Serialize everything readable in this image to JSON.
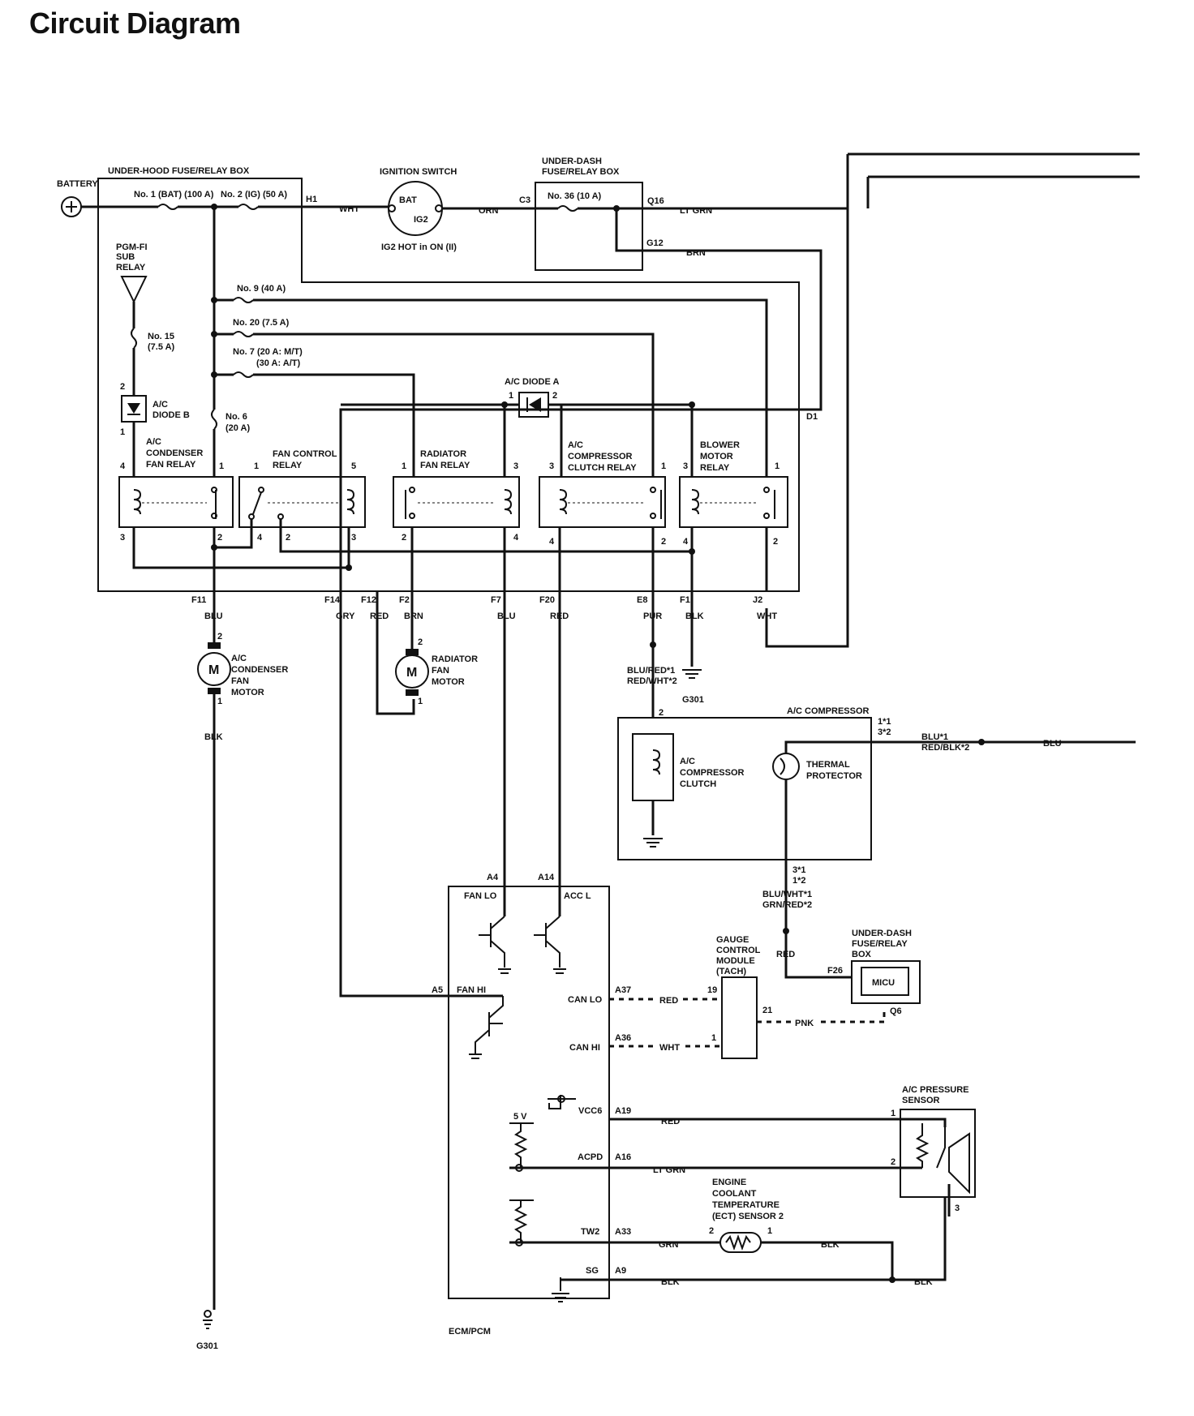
{
  "title": "Circuit Diagram",
  "battery": "BATTERY",
  "underhood_box": "UNDER-HOOD FUSE/RELAY BOX",
  "ignition_switch": "IGNITION SWITCH",
  "ig_bat": "BAT",
  "ig_ig2": "IG2",
  "ig_note": "IG2 HOT in ON (II)",
  "underdash_box_1": "UNDER-DASH",
  "underdash_box_2": "FUSE/RELAY BOX",
  "fuses": {
    "f1": "No. 1 (BAT) (100 A)",
    "f2": "No. 2 (IG) (50 A)",
    "f36": "No. 36 (10 A)",
    "f9": "No. 9 (40 A)",
    "f20": "No. 20 (7.5 A)",
    "f7a": "No. 7 (20 A: M/T)",
    "f7b": "(30 A: A/T)",
    "f15a": "No. 15",
    "f15b": "(7.5 A)",
    "f6a": "No. 6",
    "f6b": "(20 A)"
  },
  "pgmfi_1": "PGM-FI",
  "pgmfi_2": "SUB",
  "pgmfi_3": "RELAY",
  "diode_b_1": "A/C",
  "diode_b_2": "DIODE B",
  "diode_a": "A/C DIODE A",
  "relays": {
    "cond1": "A/C",
    "cond2": "CONDENSER",
    "cond3": "FAN RELAY",
    "fanctl1": "FAN CONTROL",
    "fanctl2": "RELAY",
    "rad1": "RADIATOR",
    "rad2": "FAN RELAY",
    "comp1": "A/C",
    "comp2": "COMPRESSOR",
    "comp3": "CLUTCH RELAY",
    "blow1": "BLOWER",
    "blow2": "MOTOR",
    "blow3": "RELAY"
  },
  "pins": {
    "p1": "1",
    "p2": "2",
    "p3": "3",
    "p4": "4",
    "p5": "5",
    "p19": "19",
    "p21": "21",
    "p1s1": "1*1",
    "p3s2": "3*2",
    "p3s1": "3*1",
    "p1s2": "1*2"
  },
  "connectors": {
    "H1": "H1",
    "C3": "C3",
    "Q16": "Q16",
    "G12": "G12",
    "D1": "D1",
    "F11": "F11",
    "F14": "F14",
    "F12": "F12",
    "F2": "F2",
    "F7": "F7",
    "F20": "F20",
    "E8": "E8",
    "F1": "F1",
    "J2": "J2",
    "A4": "A4",
    "A14": "A14",
    "A5": "A5",
    "A37": "A37",
    "A36": "A36",
    "A19": "A19",
    "A16": "A16",
    "A33": "A33",
    "A9": "A9",
    "F26": "F26",
    "Q6": "Q6"
  },
  "wires": {
    "WHT": "WHT",
    "ORN": "ORN",
    "LTGRN": "LT GRN",
    "BRN": "BRN",
    "BLU": "BLU",
    "GRY": "GRY",
    "RED": "RED",
    "PUR": "PUR",
    "BLK": "BLK",
    "BLURED1": "BLU/RED*1",
    "REDWHT2": "RED/WHT*2",
    "BLU1": "BLU*1",
    "REDBLK2": "RED/BLK*2",
    "BLUWHT1": "BLU/WHT*1",
    "GRNRED2": "GRN/RED*2",
    "PNK": "PNK",
    "GRN": "GRN"
  },
  "cond_motor_1": "A/C",
  "cond_motor_2": "CONDENSER",
  "cond_motor_3": "FAN",
  "cond_motor_4": "MOTOR",
  "rad_motor_1": "RADIATOR",
  "rad_motor_2": "FAN",
  "rad_motor_3": "MOTOR",
  "motor_symbol": "M",
  "g301": "G301",
  "ac_compressor": "A/C COMPRESSOR",
  "clutch_1": "A/C",
  "clutch_2": "COMPRESSOR",
  "clutch_3": "CLUTCH",
  "thermal_1": "THERMAL",
  "thermal_2": "PROTECTOR",
  "ecm": {
    "fan_lo": "FAN LO",
    "acc_l": "ACC L",
    "fan_hi": "FAN HI",
    "can_lo": "CAN LO",
    "can_hi": "CAN HI",
    "vcc6": "VCC6",
    "acpd": "ACPD",
    "tw2": "TW2",
    "sg": "SG",
    "five_v": "5 V",
    "label": "ECM/PCM"
  },
  "gauge_1": "GAUGE",
  "gauge_2": "CONTROL",
  "gauge_3": "MODULE",
  "gauge_4": "(TACH)",
  "ud2_1": "UNDER-DASH",
  "ud2_2": "FUSE/RELAY",
  "ud2_3": "BOX",
  "micu": "MICU",
  "pressure_1": "A/C PRESSURE",
  "pressure_2": "SENSOR",
  "ect_1": "ENGINE",
  "ect_2": "COOLANT",
  "ect_3": "TEMPERATURE",
  "ect_4": "(ECT) SENSOR 2"
}
